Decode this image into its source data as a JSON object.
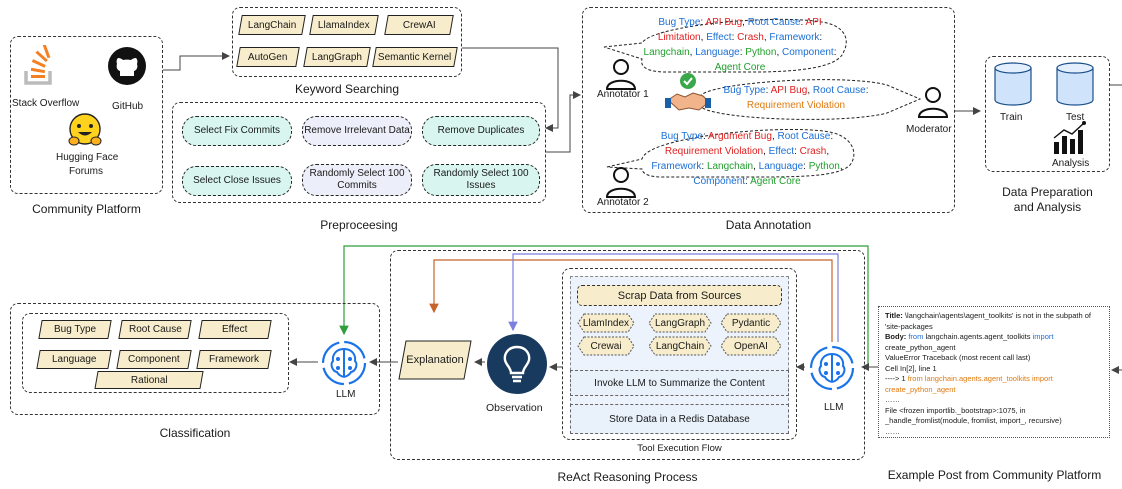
{
  "community": {
    "stack_overflow": "Stack Overflow",
    "github": "GitHub",
    "hugging_face_1": "Hugging Face",
    "hugging_face_2": "Forums",
    "caption": "Community Platform"
  },
  "keyword": {
    "frameworks": [
      "LangChain",
      "LlamaIndex",
      "CrewAI",
      "AutoGen",
      "LangGraph",
      "Semantic Kernel"
    ],
    "caption": "Keyword Searching"
  },
  "preprocess": {
    "steps": [
      "Select Fix Commits",
      "Remove Irrelevant Data",
      "Remove Duplicates",
      "Select Close Issues",
      "Randomly Select 100 Commits",
      "Randomly Select 100 Issues"
    ],
    "caption": "Preproceesing"
  },
  "annotation": {
    "annotator1": "Annotator 1",
    "annotator2": "Annotator 2",
    "moderator": "Moderator",
    "caption": "Data Annotation",
    "bubble1": {
      "k_bug_type": "Bug Type",
      "v_bug_type": "API Bug",
      "k_root_cause": "Root Cause",
      "v_root_cause": "API Limitation",
      "k_effect": "Effect",
      "v_effect": "Crash",
      "k_framework": "Framework",
      "v_framework": "Langchain",
      "k_language": "Language",
      "v_language": "Python",
      "k_component": "Component",
      "v_component": "Agent Core"
    },
    "bubble_mod": {
      "k_bug_type": "Bug Type",
      "v_bug_type": "API Bug",
      "k_root_cause": "Root Cause",
      "v_root_cause": "Requirement Violation"
    },
    "bubble2": {
      "k_bug_type": "Bug Type",
      "v_bug_type": "Argument Bug",
      "k_root_cause": "Root Cause",
      "v_root_cause": "Requirement Violation",
      "k_effect": "Effect",
      "v_effect": "Crash",
      "k_framework": "Framework",
      "v_framework": "Langchain",
      "k_language": "Language",
      "v_language": "Python",
      "k_component": "Component",
      "v_component": "Agent Core"
    }
  },
  "dataprep": {
    "train": "Train",
    "test": "Test",
    "analysis": "Analysis",
    "caption_1": "Data Preparation",
    "caption_2": "and Analysis"
  },
  "classification": {
    "labels": [
      "Bug Type",
      "Root Cause",
      "Effect",
      "Language",
      "Component",
      "Framework",
      "Rational"
    ],
    "llm": "LLM",
    "caption": "Classification"
  },
  "react": {
    "explanation": "Explanation",
    "observation": "Observation",
    "llm": "LLM",
    "caption": "ReAct Reasoning Process",
    "tool": {
      "scrap": "Scrap Data from Sources",
      "sources": [
        "LlamIndex",
        "LangGraph",
        "Pydantic",
        "Crewai",
        "LangChain",
        "OpenAI"
      ],
      "invoke": "Invoke LLM to Summarize the Content",
      "store": "Store Data in a Redis Database",
      "caption": "Tool Execution Flow"
    }
  },
  "post": {
    "caption": "Example Post from Community Platform",
    "title_key": "Title:",
    "title_val": "\\langchain\\agents\\agent_toolkits' is not in the subpath of",
    "title_val2": "'site-packages",
    "body_key": "Body:",
    "body_from": "from",
    "body_mod": "langchain.agents.agent_toolkits",
    "body_import": "import",
    "line3": "create_python_agent",
    "line4": "ValueError   Traceback (most recent call last)",
    "line5": "Cell In[2], line 1",
    "line6_prefix": "----> 1",
    "line6_code": "from langchain.agents.agent_toolkits import",
    "line7": "create_python_agent",
    "line8": "……",
    "line9": "File <frozen importlib._bootstrap>:1075, in",
    "line10": "_handle_fromlist(module, fromlist, import_, recursive)",
    "line11": "……"
  },
  "colors": {
    "green_arrow": "#2e9e3a",
    "orange_arrow": "#c8642a",
    "purple_arrow": "#7b7fe0",
    "llm_blue": "#1a73e8",
    "observation_navy": "#173a5e"
  }
}
